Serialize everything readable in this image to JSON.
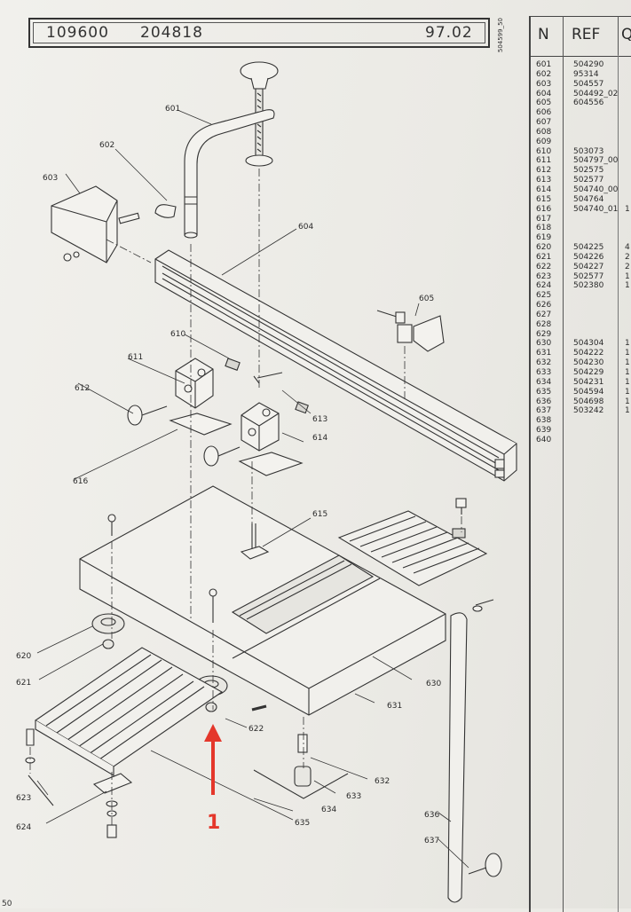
{
  "header": {
    "code_left": "109600",
    "code_mid": "204818",
    "date": "97.02",
    "side_code": "504599_50"
  },
  "ref_table": {
    "head_n": "N",
    "head_ref": "REF",
    "head_qty": "Q",
    "rows": [
      {
        "n": "601",
        "ref": "504290",
        "qty": ""
      },
      {
        "n": "602",
        "ref": "95314",
        "qty": ""
      },
      {
        "n": "603",
        "ref": "504557",
        "qty": ""
      },
      {
        "n": "604",
        "ref": "504492_02",
        "qty": ""
      },
      {
        "n": "605",
        "ref": "604556",
        "qty": ""
      },
      {
        "n": "606",
        "ref": "",
        "qty": ""
      },
      {
        "n": "607",
        "ref": "",
        "qty": ""
      },
      {
        "n": "608",
        "ref": "",
        "qty": ""
      },
      {
        "n": "609",
        "ref": "",
        "qty": ""
      },
      {
        "n": "610",
        "ref": "503073",
        "qty": ""
      },
      {
        "n": "611",
        "ref": "504797_00",
        "qty": ""
      },
      {
        "n": "612",
        "ref": "502575",
        "qty": ""
      },
      {
        "n": "613",
        "ref": "502577",
        "qty": ""
      },
      {
        "n": "614",
        "ref": "504740_00",
        "qty": ""
      },
      {
        "n": "615",
        "ref": "504764",
        "qty": ""
      },
      {
        "n": "616",
        "ref": "504740_01",
        "qty": "1"
      },
      {
        "n": "617",
        "ref": "",
        "qty": ""
      },
      {
        "n": "618",
        "ref": "",
        "qty": ""
      },
      {
        "n": "619",
        "ref": "",
        "qty": ""
      },
      {
        "n": "620",
        "ref": "504225",
        "qty": "4"
      },
      {
        "n": "621",
        "ref": "504226",
        "qty": "2"
      },
      {
        "n": "622",
        "ref": "504227",
        "qty": "2"
      },
      {
        "n": "623",
        "ref": "502577",
        "qty": "1"
      },
      {
        "n": "624",
        "ref": "502380",
        "qty": "1"
      },
      {
        "n": "625",
        "ref": "",
        "qty": ""
      },
      {
        "n": "626",
        "ref": "",
        "qty": ""
      },
      {
        "n": "627",
        "ref": "",
        "qty": ""
      },
      {
        "n": "628",
        "ref": "",
        "qty": ""
      },
      {
        "n": "629",
        "ref": "",
        "qty": ""
      },
      {
        "n": "630",
        "ref": "504304",
        "qty": "1"
      },
      {
        "n": "631",
        "ref": "504222",
        "qty": "1"
      },
      {
        "n": "632",
        "ref": "504230",
        "qty": "1"
      },
      {
        "n": "633",
        "ref": "504229",
        "qty": "1"
      },
      {
        "n": "634",
        "ref": "504231",
        "qty": "1"
      },
      {
        "n": "635",
        "ref": "504594",
        "qty": "1"
      },
      {
        "n": "636",
        "ref": "504698",
        "qty": "1"
      },
      {
        "n": "637",
        "ref": "503242",
        "qty": "1"
      },
      {
        "n": "638",
        "ref": "",
        "qty": ""
      },
      {
        "n": "639",
        "ref": "",
        "qty": ""
      },
      {
        "n": "640",
        "ref": "",
        "qty": ""
      }
    ]
  },
  "callouts": {
    "c601": "601",
    "c602": "602",
    "c603": "603",
    "c604": "604",
    "c605": "605",
    "c610": "610",
    "c611": "611",
    "c612": "612",
    "c613": "613",
    "c614": "614",
    "c615": "615",
    "c616": "616",
    "c620": "620",
    "c621": "621",
    "c622": "622",
    "c623": "623",
    "c624": "624",
    "c630": "630",
    "c631": "631",
    "c632": "632",
    "c633": "633",
    "c634": "634",
    "c635": "635",
    "c636": "636",
    "c637": "637"
  },
  "annotation": {
    "label": "1",
    "color": "#e4372b"
  },
  "page_corner": "50"
}
